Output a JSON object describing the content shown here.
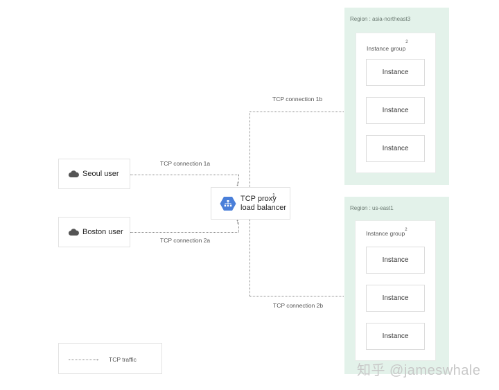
{
  "diagram": {
    "users": [
      {
        "label": "Seoul user",
        "icon": "cloud-icon"
      },
      {
        "label": "Boston user",
        "icon": "cloud-icon"
      }
    ],
    "load_balancer": {
      "line1": "TCP proxy",
      "line2": "load balancer",
      "superscript": "1",
      "icon": "load-balancer-hexagon-icon",
      "icon_color": "#4a7fd9"
    },
    "connections": {
      "c1a": "TCP connection 1a",
      "c2a": "TCP connection 2a",
      "c1b": "TCP connection 1b",
      "c2b": "TCP connection 2b"
    },
    "regions": [
      {
        "label": "Region : asia-northeast3",
        "group_label": "Instance group",
        "group_sup": "2",
        "instances": [
          "Instance",
          "Instance",
          "Instance"
        ]
      },
      {
        "label": "Region : us-east1",
        "group_label": "Instance group",
        "group_sup": "2",
        "instances": [
          "Instance",
          "Instance",
          "Instance"
        ]
      }
    ],
    "legend": {
      "label": "TCP traffic"
    },
    "colors": {
      "region_bg": "#e3f2ea",
      "lb_icon": "#4a7fd9",
      "cloud_icon": "#555555"
    }
  },
  "watermark": "知乎 @jameswhale"
}
